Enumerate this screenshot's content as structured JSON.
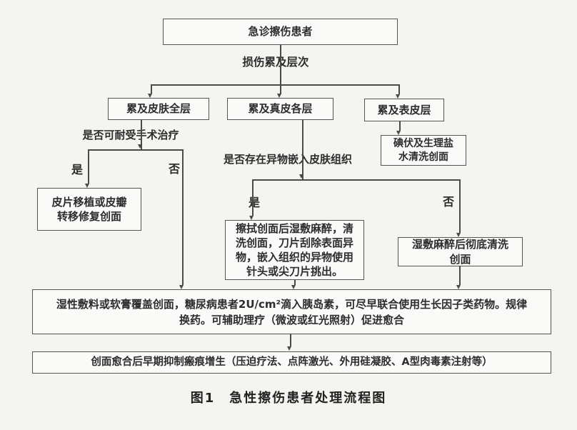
{
  "title": "急性擦伤患者处理流程图",
  "colors": {
    "background": "#f4f4f1",
    "box_border": "#555555",
    "line": "#4a4a4a",
    "text": "#2d2d2d"
  },
  "nodes": {
    "start": "急诊擦伤患者",
    "injury_level_label": "损伤累及层次",
    "full_thickness": "累及皮肤全层",
    "dermis": "累及真皮各层",
    "epidermis": "累及表皮层",
    "iodine_rinse": "碘伏及生理盐水清洗创面",
    "surgery_question": "是否可耐受手术治疗",
    "surgery_yes": "是",
    "surgery_no": "否",
    "foreign_body_question": "是否存在异物嵌入皮肤组织",
    "foreign_yes": "是",
    "foreign_no": "否",
    "graft_repair": "皮片移植或皮瓣转移修复创面",
    "debridement": "擦拭创面后湿敷麻醉，清洗创面，刀片刮除表面异物，嵌入组织的异物使用针头或尖刀片挑出。",
    "anesthesia_clean": "湿敷麻醉后彻底清洗创面",
    "dressing_care": "湿性敷料或软膏覆盖创面，糖尿病患者2U/cm²滴入胰岛素，可尽早联合使用生长因子类药物。规律换药。可辅助理疗（微波或红光照射）促进愈合",
    "scar_prevention": "创面愈合后早期抑制瘢痕增生（压迫疗法、点阵激光、外用硅凝胶、A型肉毒素注射等）",
    "caption": "图1　急性擦伤患者处理流程图"
  }
}
